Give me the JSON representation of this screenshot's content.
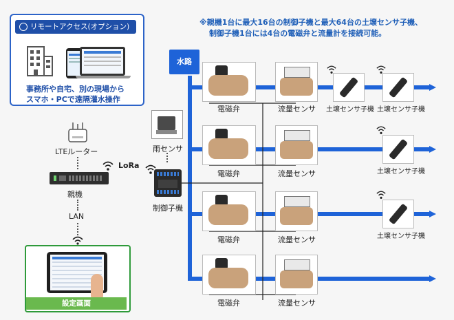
{
  "remote": {
    "badge": "リモートアクセス(オプション)",
    "desc_line1": "事務所や自宅、別の現場から",
    "desc_line2": "スマホ・PCで遠隔灌水操作"
  },
  "note": {
    "line1": "※親機1台に最大16台の制御子機と最大64台の土壌センサ子機、",
    "line2": "制御子機1台には4台の電磁弁と流量計を接続可能。"
  },
  "labels": {
    "water_pipe": "水路",
    "lte_router": "LTEルーター",
    "parent_unit": "親機",
    "lan": "LAN",
    "lora": "LoRa",
    "rain_sensor": "雨センサ",
    "control_unit": "制御子機",
    "settings_screen": "設定画面",
    "valve": "電磁弁",
    "flow_sensor": "流量センサ",
    "soil_sensor": "土壌センサ子機"
  },
  "colors": {
    "pipe_blue": "#1e63d8",
    "remote_border": "#2c63c8",
    "settings_border": "#2e9a3a",
    "note_text": "#1f5fb8"
  }
}
